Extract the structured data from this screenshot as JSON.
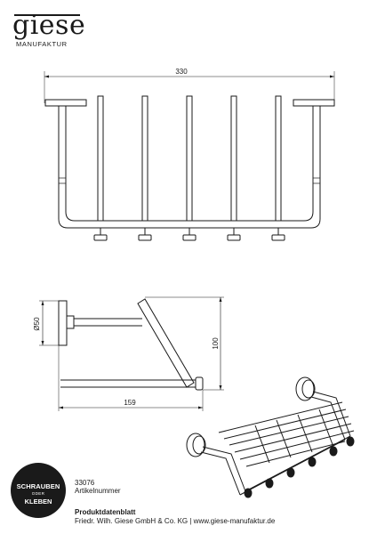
{
  "brand": {
    "name": "giese",
    "subtitle": "MANUFAKTUR"
  },
  "dimensions": {
    "width": "330",
    "diameter": "Ø50",
    "height": "100",
    "depth": "159"
  },
  "badge": {
    "line1": "SCHRAUBEN",
    "line2": "ODER",
    "line3": "KLEBEN"
  },
  "product": {
    "article_number": "33076",
    "article_label": "Artikelnummer",
    "sheet_title": "Produktdatenblatt",
    "company_line": "Friedr. Wilh. Giese GmbH & Co. KG | www.giese-manufaktur.de"
  }
}
